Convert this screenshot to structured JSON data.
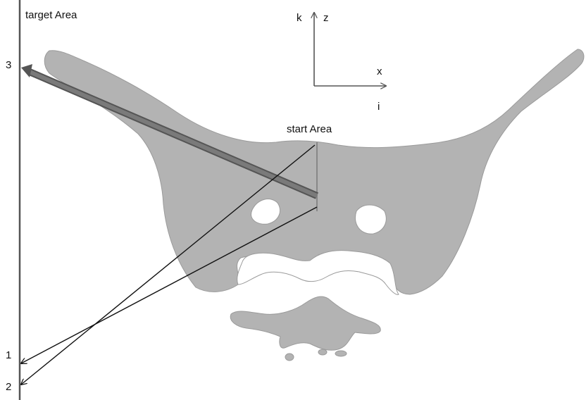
{
  "colors": {
    "background": "#ffffff",
    "bone_fill": "#b3b3b3",
    "bone_stroke": "#9a9a9a",
    "target_line": "#555555",
    "rod": "#6e6e6e",
    "ray": "#111111",
    "axes": "#555555"
  },
  "labels": {
    "target_area": "target Area",
    "start_area": "start Area",
    "point_1": "1",
    "point_2": "2",
    "point_3": "3"
  },
  "axes": {
    "k": "k",
    "z": "z",
    "x": "x",
    "i": "i"
  }
}
